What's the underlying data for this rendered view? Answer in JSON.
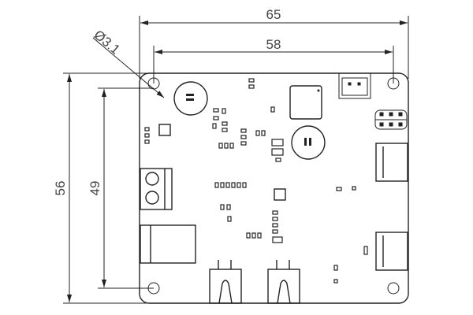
{
  "dimensions": {
    "overall_width": "65",
    "hole_spacing_width": "58",
    "overall_height": "56",
    "hole_spacing_height": "49",
    "hole_diameter": "Ø3.1"
  },
  "colors": {
    "line": "#222222",
    "text": "#444444",
    "background": "#ffffff"
  }
}
